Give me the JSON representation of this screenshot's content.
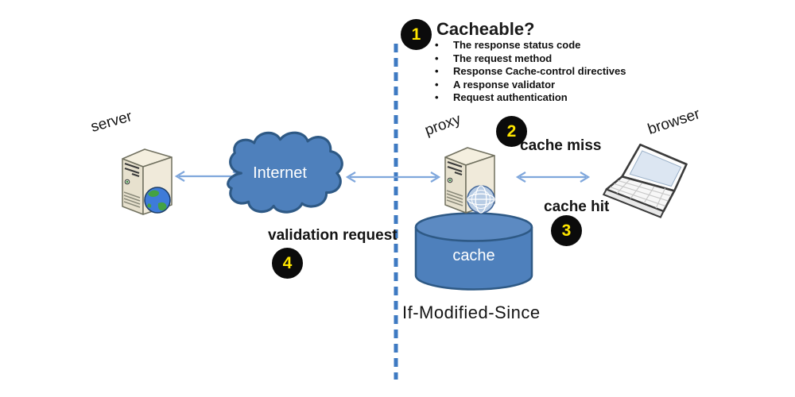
{
  "colors": {
    "diagram_blue": "#4E80BC",
    "shape_border_blue": "#2E5985",
    "arrow_blue": "#7FA7DC",
    "divider_blue": "#3E7AC2",
    "badge_background": "#0B0B0B",
    "badge_number_yellow": "#FFE600",
    "server_body_beige": "#EDE7D6"
  },
  "nodes": {
    "server": {
      "label": "server"
    },
    "internet": {
      "label": "Internet"
    },
    "proxy": {
      "label": "proxy"
    },
    "browser": {
      "label": "browser"
    },
    "cache": {
      "label": "cache"
    }
  },
  "badges": {
    "step1": "1",
    "step2": "2",
    "step3": "3",
    "step4": "4"
  },
  "cacheable": {
    "title": "Cacheable?",
    "bullets": [
      "The response status code",
      "The request method",
      "Response Cache-control directives",
      "A response validator",
      "Request authentication"
    ]
  },
  "annotations": {
    "cache_miss": "cache miss",
    "cache_hit": "cache hit",
    "validation_request": "validation request",
    "if_modified_since": "If-Modified-Since"
  }
}
